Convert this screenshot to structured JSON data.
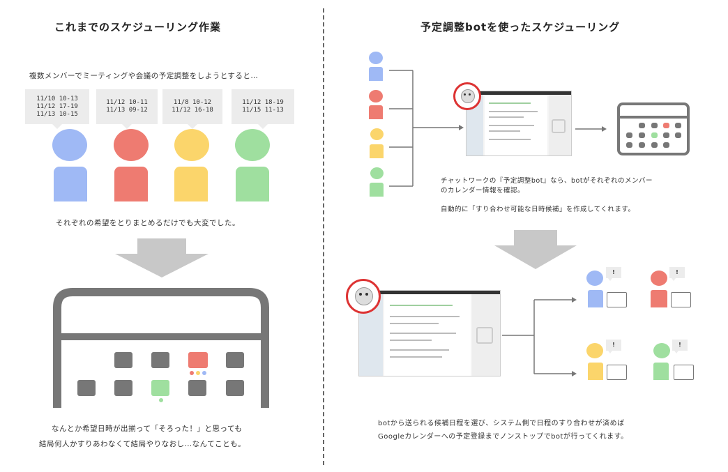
{
  "left": {
    "title": "これまでのスケジューリング作業",
    "intro": "複数メンバーでミーティングや会議の予定調整をしようとすると…",
    "bubbles": [
      {
        "line1": "11/10 10-13",
        "line2": "11/12 17-19",
        "line3": "11/13 10-15"
      },
      {
        "line1": "11/12 10-11",
        "line2": "11/13 09-12"
      },
      {
        "line1": "11/8 10-12",
        "line2": "11/12 16-18"
      },
      {
        "line1": "11/12 18-19",
        "line2": "11/15 11-13"
      }
    ],
    "summary": "それぞれの希望をとりまとめるだけでも大変でした。",
    "bottom_line1": "なんとか希望日時が出揃って「そろった！」と思っても",
    "bottom_line2": "結局何人かすりあわなくて結局やりなおし…なんてことも。"
  },
  "right": {
    "title": "予定調整botを使ったスケジューリング",
    "desc_line1": "チャットワークの『予定調整bot』なら、botがそれぞれのメンバー",
    "desc_line2": "のカレンダー情報を確認。",
    "desc_line3": "自動的に「すり合わせ可能な日時候補」を作成してくれます。",
    "bottom_line1": "botから送られる候補日程を選び、システム側で日程のすり合わせが済めば",
    "bottom_line2": "Googleカレンダーへの予定登録までノンストップでbotが行ってくれます。",
    "notify_mark": "!"
  },
  "colors": {
    "blue": "#9fb9f5",
    "red": "#ee7b71",
    "yellow": "#fbd56b",
    "green": "#9fdf9f",
    "gray": "#777777",
    "arrow": "#c8c8c8"
  }
}
